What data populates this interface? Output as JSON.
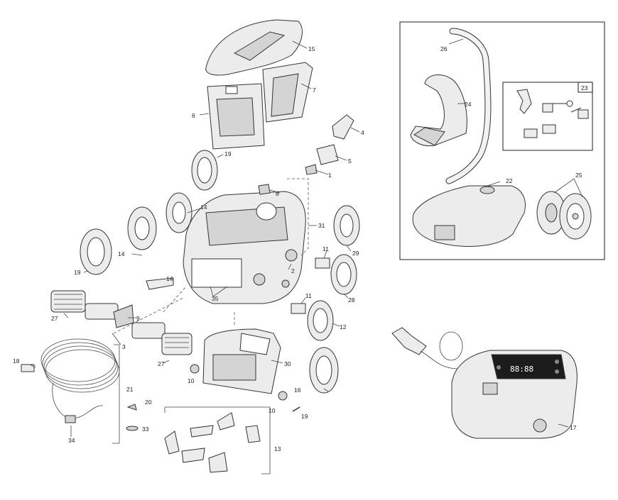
{
  "callouts": {
    "c1": "1",
    "c2": "2",
    "c3": "3",
    "c4": "4",
    "c5": "5",
    "c6": "6",
    "c7": "7",
    "c8": "8",
    "c9": "9",
    "c10a": "10",
    "c10b": "10",
    "c11a": "11",
    "c11b": "11",
    "c12": "12",
    "c13": "13",
    "c14a": "14",
    "c14b": "14",
    "c14c": "14",
    "c15": "15",
    "c16": "16",
    "c17": "17",
    "c18": "18",
    "c19a": "19",
    "c19b": "19",
    "c19c": "19",
    "c20": "20",
    "c21": "21",
    "c22": "22",
    "c23": "23",
    "c24": "24",
    "c25": "25",
    "c26": "26",
    "c27a": "27",
    "c27b": "27",
    "c28": "28",
    "c29": "29",
    "c30": "30",
    "c31": "31",
    "c33": "33",
    "c34": "34",
    "c35": "35"
  },
  "power_supply": {
    "display_digits": "88:88"
  },
  "colors": {
    "line": "#333333",
    "fill": "#ececec",
    "shade": "#d4d4d4",
    "display": "#1c1c1c"
  }
}
